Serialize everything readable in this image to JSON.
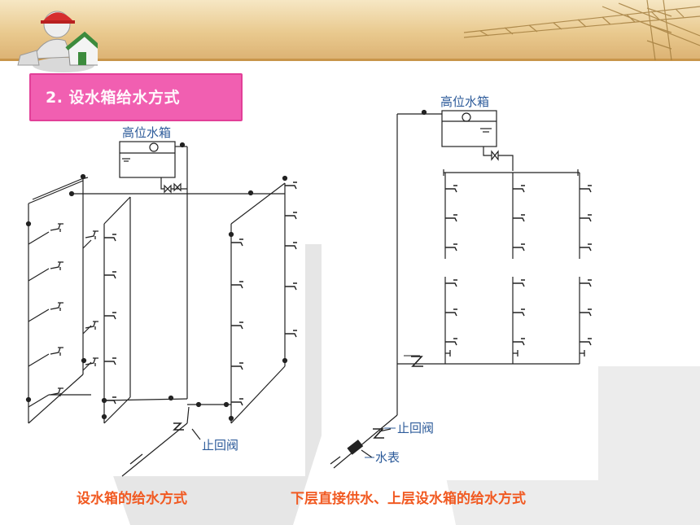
{
  "section_title": "2. 设水箱给水方式",
  "left_diagram": {
    "tank_label": "高位水箱",
    "check_valve_label": "止回阀"
  },
  "right_diagram": {
    "tank_label": "高位水箱",
    "check_valve_label": "止回阀",
    "meter_label": "水表"
  },
  "captions": {
    "left": "设水箱的给水方式",
    "right": "下层直接供水、上层设水箱的给水方式"
  },
  "colors": {
    "title_bg": "#f15fb1",
    "caption": "#f15a22",
    "label_blue": "#2d5b9a"
  }
}
